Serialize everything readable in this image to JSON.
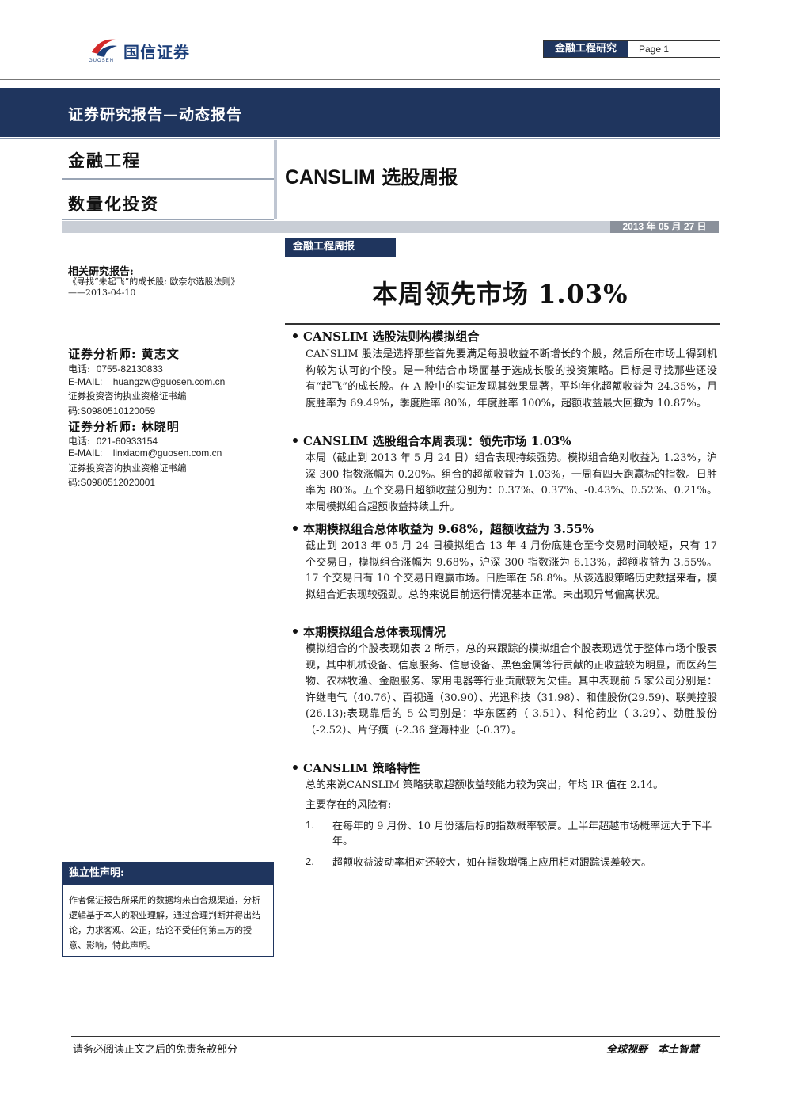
{
  "header": {
    "logo_name": "国信证券",
    "logo_sub": "GUOSEN",
    "tag": "金融工程研究",
    "page": "Page 1"
  },
  "banner": {
    "title": "证券研究报告—动态报告"
  },
  "categories": [
    "金融工程",
    "数量化投资"
  ],
  "report": {
    "title_en": "CANSLIM",
    "title_cn": "选股周报",
    "date": "2013 年 05 月 27 日",
    "weekly_tag": "金融工程周报",
    "headline": "本周领先市场 1.03%"
  },
  "sidebar": {
    "related_label": "相关研究报告:",
    "related_title": "《寻找“未起飞”的成长股: 欧奈尔选股法则》",
    "related_date": "——2013-04-10",
    "analysts": [
      {
        "label": "证券分析师:",
        "name": "黄志文",
        "phone_label": "电话:",
        "phone": "0755-82130833",
        "email_label": "E-MAIL:",
        "email": "huangzw@guosen.com.cn",
        "cert_label": "证券投资咨询执业资格证书编",
        "cert": "码:S0980510120059"
      },
      {
        "label": "证券分析师:",
        "name": "林晓明",
        "phone_label": "电话:",
        "phone": "021-60933154",
        "email_label": "E-MAIL:",
        "email": "linxiaom@guosen.com.cn",
        "cert_label": "证券投资咨询执业资格证书编",
        "cert": "码:S0980512020001"
      }
    ]
  },
  "sections": [
    {
      "heading": "CANSLIM 选股法则构模拟组合",
      "body": "CANSLIM 股法是选择那些首先要满足每股收益不断增长的个股，然后所在市场上得到机构较为认可的个股。是一种结合市场面基于选成长股的投资策略。目标是寻找那些还没有“起飞”的成长股。在 A 股中的实证发现其效果显著，平均年化超额收益为 24.35%，月度胜率为 69.49%，季度胜率 80%，年度胜率 100%，超额收益最大回撤为 10.87%。"
    },
    {
      "heading": "CANSLIM 选股组合本周表现：领先市场 1.03%",
      "body": "本周（截止到 2013 年 5 月 24 日）组合表现持续强势。模拟组合绝对收益为 1.23%，沪深 300 指数涨幅为 0.20%。组合的超额收益为 1.03%，一周有四天跑赢标的指数。日胜率为 80%。五个交易日超额收益分别为：0.37%、0.37%、-0.43%、0.52%、0.21%。本周模拟组合超额收益持续上升。"
    },
    {
      "heading": "本期模拟组合总体收益为 9.68%，超额收益为 3.55%",
      "body": "截止到 2013 年 05 月 24 日模拟组合 13 年 4 月份底建仓至今交易时间较短，只有 17 个交易日，模拟组合涨幅为 9.68%，沪深 300 指数涨为 6.13%，超额收益为 3.55%。17 个交易日有 10 个交易日跑赢市场。日胜率在 58.8%。从该选股策略历史数据来看，模拟组合近表现较强劲。总的来说目前运行情况基本正常。未出现异常偏离状况。"
    },
    {
      "heading": "本期模拟组合总体表现情况",
      "body": "模拟组合的个股表现如表 2 所示，总的来跟踪的模拟组合个股表现远优于整体市场个股表现，其中机械设备、信息服务、信息设备、黑色金属等行贡献的正收益较为明显，而医药生物、农林牧渔、金融服务、家用电器等行业贡献较为欠佳。其中表现前 5 家公司分别是：许继电气（40.76）、百视通（30.90）、光迅科技（31.98）、和佳股份(29.59)、联美控股(26.13);表现靠后的 5 公司别是：华东医药（-3.51）、科伦药业（-3.29）、劲胜股份（-2.52）、片仔癀（-2.36 登海种业（-0.37）。"
    },
    {
      "heading": "CANSLIM 策略特性",
      "body": "总的来说CANSLIM 策略获取超额收益较能力较为突出，年均 IR 值在 2.14。",
      "body2": "主要存在的风险有:",
      "items": [
        {
          "num": "1.",
          "text": "在每年的 9 月份、10 月份落后标的指数概率较高。上半年超越市场概率远大于下半年。"
        },
        {
          "num": "2.",
          "text": "超额收益波动率相对还较大，如在指数增强上应用相对跟踪误差较大。"
        }
      ]
    }
  ],
  "disclaimer": {
    "title": "独立性声明:",
    "body": "作者保证报告所采用的数据均来自合规渠道，分析逻辑基于本人的职业理解，通过合理判断并得出结论，力求客观、公正，结论不受任何第三方的授意、影响，特此声明。"
  },
  "footer": {
    "left": "请务必阅读正文之后的免责条款部分",
    "right": "全球视野　本土智慧"
  },
  "colors": {
    "navy": "#1f355e",
    "logo_red": "#d42a2a",
    "logo_blue": "#1c3f7a"
  }
}
